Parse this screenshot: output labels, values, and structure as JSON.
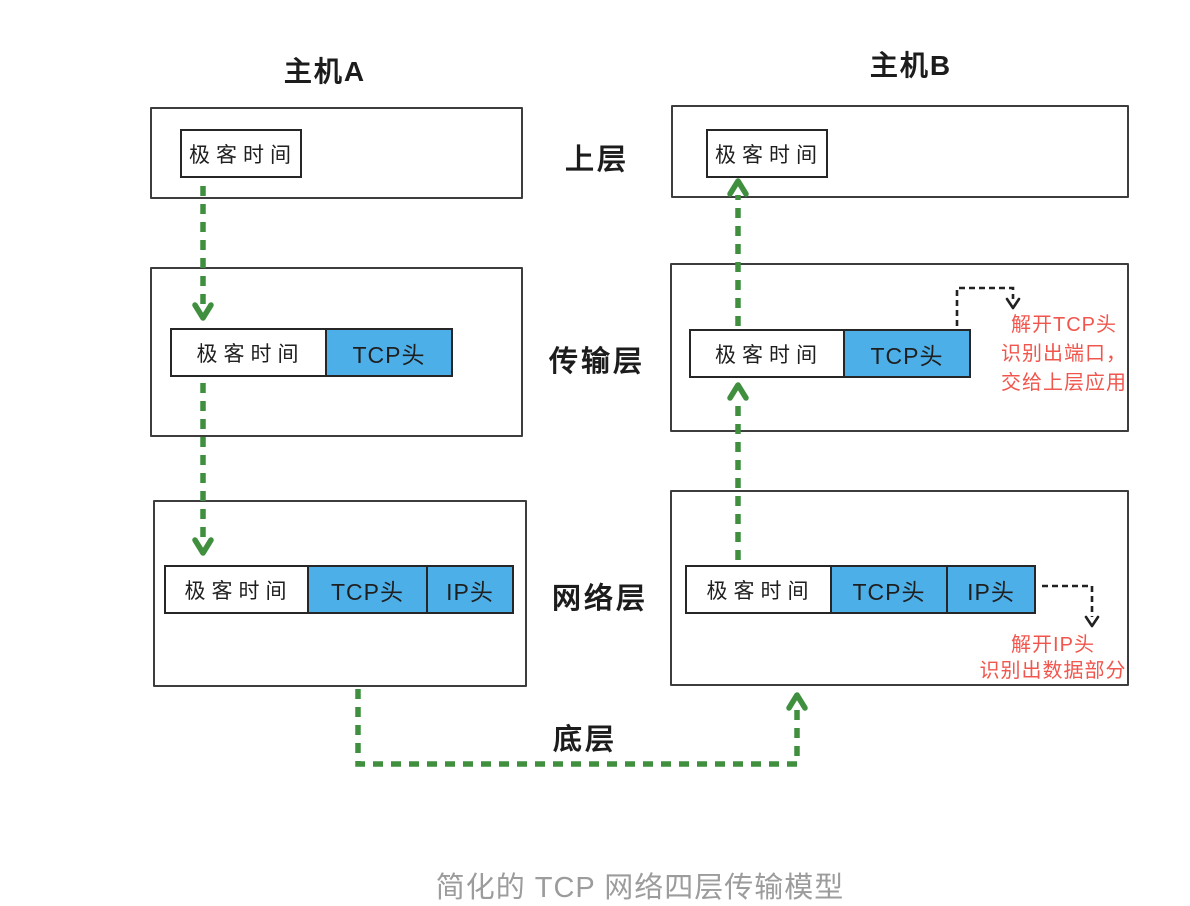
{
  "title": "简化的 TCP 网络四层传输模型",
  "hosts": {
    "a": "主机A",
    "b": "主机B"
  },
  "layers": {
    "upper": "上层",
    "transport": "传输层",
    "network": "网络层",
    "bottom": "底层"
  },
  "packet": {
    "data": "极客时间",
    "tcp": "TCP头",
    "ip": "IP头"
  },
  "annotations": {
    "transport": [
      "解开TCP头",
      "识别出端口，",
      "交给上层应用"
    ],
    "network": [
      "解开IP头",
      "识别出数据部分"
    ]
  },
  "colors": {
    "flow_arrow_green": "#3f8f3f",
    "header_blue": "#4dafe8",
    "annotation_red": "#f0564d",
    "box_border_gray": "#3d3d3d",
    "packet_border_black": "#262626",
    "title_gray": "#9c9c9c"
  }
}
